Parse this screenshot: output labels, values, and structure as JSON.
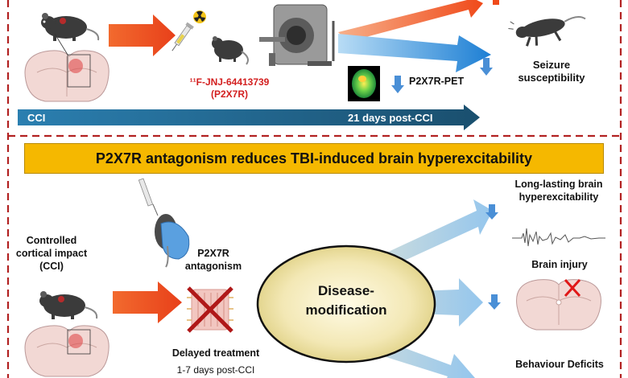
{
  "top_panel": {
    "tracer_name": "¹¹F-JNJ-64413739",
    "tracer_target": "(P2X7R)",
    "pet_label": "P2X7R-PET",
    "seizure_label_line1": "Seizure",
    "seizure_label_line2": "susceptibility",
    "timeline_start": "CCI",
    "timeline_end": "21 days post-CCI"
  },
  "banner": {
    "title": "P2X7R antagonism reduces TBI-induced brain hyperexcitability"
  },
  "bottom_panel": {
    "cci_line1": "Controlled",
    "cci_line2": "cortical impact",
    "cci_line3": "(CCI)",
    "antagonism_line1": "P2X7R",
    "antagonism_line2": "antagonism",
    "treatment_title": "Delayed treatment",
    "treatment_days": "1-7 days post-CCI",
    "ellipse_line1": "Disease-",
    "ellipse_line2": "modification",
    "outcome1_line1": "Long-lasting brain",
    "outcome1_line2": "hyperexcitability",
    "outcome2": "Brain injury",
    "outcome3": "Behaviour Deficits"
  },
  "colors": {
    "frame_red": "#b22222",
    "banner_yellow": "#f5b800",
    "timeline_blue": "#1f5f82",
    "arrow_orange": "#f04a1a",
    "arrow_blue": "#3a8fd8",
    "down_arrow_blue": "#4a8fd6",
    "tracer_red": "#d32020"
  },
  "icons": [
    "mouse-icon",
    "brain-slice-icon",
    "radiation-icon",
    "syringe-icon",
    "pet-scanner-icon",
    "pet-image-icon",
    "eeg-trace-icon",
    "receptor-blocked-icon",
    "hand-injection-icon",
    "sick-mouse-icon"
  ]
}
